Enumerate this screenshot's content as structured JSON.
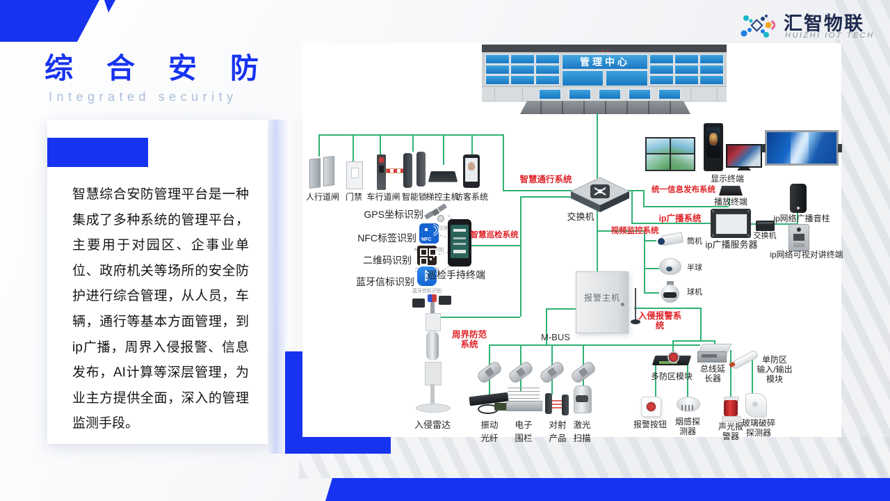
{
  "title": "综合安防",
  "subtitle": "Integrated security",
  "intro": "智慧综合安防管理平台是一种集成了多种系统的管理平台，主要用于对园区、企事业单位、政府机关等场所的安全防护进行综合管理，从人员，车辆，通行等基本方面管理，到ip广播，周界入侵报警、信息发布，AI计算等深层管理，为业主方提供全面，深入的管理监测手段。",
  "logo": {
    "name": "汇智物联",
    "tagline": "HUIZHI IOT TECH"
  },
  "colors": {
    "accent": "#1733f0",
    "green": "#2eb273",
    "red": "#e02328"
  },
  "diagram": {
    "mgmt": {
      "label": "管理中心",
      "led": "LED"
    },
    "core_switch": "交换机",
    "systems": {
      "access": "智慧通行系统",
      "patrol": "智慧巡检系统",
      "perimeter": "周界防范\n系统",
      "info": "统一信息发布系统",
      "broadcast": "ip广播系统",
      "video": "视频监控系统",
      "intrusion": "入侵报警系\n统"
    },
    "access": [
      "人行道闸",
      "门禁",
      "车行道闸",
      "智能锁",
      "梯控主机",
      "访客系统"
    ],
    "patrol": {
      "methods": [
        "GPS坐标识别",
        "NFC标签识别",
        "二维码识别",
        "蓝牙信标识别"
      ],
      "nfc_text": "NFC",
      "terminal": "巡检手持终端"
    },
    "info_pub": {
      "display": "显示终端",
      "player": "播放终端"
    },
    "bcast": {
      "server": "ip广播服务器",
      "switch": "交换机",
      "speaker": "ip网络广播音柱",
      "intercom": "ip网络可视对讲终端"
    },
    "cams": [
      "筒机",
      "半球",
      "球机"
    ],
    "alarm": {
      "host": "报警主机",
      "bus": "M-BUS"
    },
    "perimeter": [
      "入侵雷达",
      "振动\n光纤",
      "电子\n围栏",
      "对射\n产品",
      "激光\n扫描"
    ],
    "zone": [
      "多防区模块",
      "总线延\n长器",
      "单防区\n输入/输出\n模块",
      "报警按钮",
      "烟感探\n测器",
      "声光报\n警器",
      "玻璃破碎\n探测器"
    ]
  }
}
